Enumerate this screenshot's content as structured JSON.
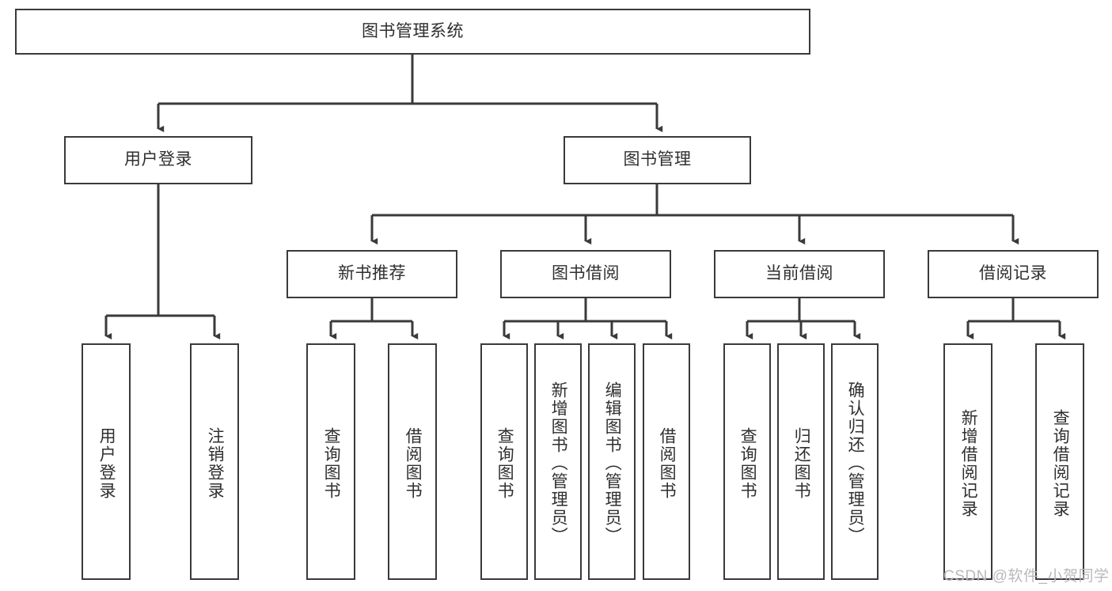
{
  "diagram": {
    "title_node": {
      "label": "图书管理系统"
    },
    "level2": [
      {
        "id": "user-login",
        "label": "用户登录"
      },
      {
        "id": "book-management",
        "label": "图书管理"
      }
    ],
    "level3": [
      {
        "id": "new-book-recommend",
        "label": "新书推荐"
      },
      {
        "id": "book-borrow",
        "label": "图书借阅"
      },
      {
        "id": "current-borrow",
        "label": "当前借阅"
      },
      {
        "id": "borrow-record",
        "label": "借阅记录"
      }
    ],
    "leaves": {
      "user_login": [
        {
          "id": "leaf-user-login",
          "label": "用户登录"
        },
        {
          "id": "leaf-logout-login",
          "label": "注销登录"
        }
      ],
      "new_book_recommend": [
        {
          "id": "leaf-query-book-1",
          "label": "查询图书"
        },
        {
          "id": "leaf-borrow-book-1",
          "label": "借阅图书"
        }
      ],
      "book_borrow": [
        {
          "id": "leaf-query-book-2",
          "label": "查询图书"
        },
        {
          "id": "leaf-add-book",
          "label": "新增图书（管理员）"
        },
        {
          "id": "leaf-edit-book",
          "label": "编辑图书（管理员）"
        },
        {
          "id": "leaf-borrow-book-2",
          "label": "借阅图书"
        }
      ],
      "current_borrow": [
        {
          "id": "leaf-query-book-3",
          "label": "查询图书"
        },
        {
          "id": "leaf-return-book",
          "label": "归还图书"
        },
        {
          "id": "leaf-confirm-return",
          "label": "确认归还（管理员）"
        }
      ],
      "borrow_record": [
        {
          "id": "leaf-add-record",
          "label": "新增借阅记录"
        },
        {
          "id": "leaf-query-record",
          "label": "查询借阅记录"
        }
      ]
    },
    "watermark": "CSDN @软件_小贺同学",
    "colors": {
      "border": "#3a3a3a",
      "text": "#2f2f2f",
      "background": "#ffffff",
      "watermark": "#b9b9b9"
    }
  }
}
